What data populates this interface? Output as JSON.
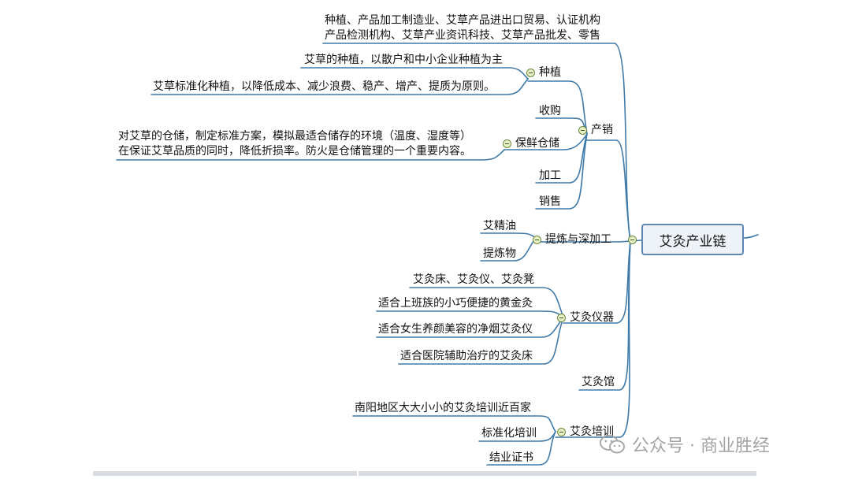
{
  "root": "艾灸产业链",
  "top_note": "种植、产品加工制造业、艾草产品进出口贸易、认证机构\n产品检测机构、艾草产业资讯科技、艾草产品批发、零售",
  "branches": {
    "chanxiao": {
      "label": "产销",
      "zhongzhi": {
        "label": "种植",
        "items": [
          "艾草的种植，以散户和中小企业种植为主",
          "艾草标准化种植，以降低成本、减少浪费、稳产、增产、提质为原则。"
        ]
      },
      "shougou": "收购",
      "baoxian": {
        "label": "保鲜仓储",
        "note": "对艾草的仓储，制定标准方案，模拟最适合储存的环境（温度、湿度等）\n在保证艾草品质的同时，降低折损率。防火是仓储管理的一个重要内容。"
      },
      "jiagong": "加工",
      "xiaoshou": "销售"
    },
    "tilian": {
      "label": "提炼与深加工",
      "items": [
        "艾精油",
        "提炼物"
      ]
    },
    "yiqi": {
      "label": "艾灸仪器",
      "items": [
        "艾灸床、艾灸仪、艾灸凳",
        "适合上班族的小巧便捷的黄金灸",
        "适合女生养颜美容的净烟艾灸仪",
        "适合医院辅助治疗的艾灸床"
      ]
    },
    "guan": {
      "label": "艾灸馆"
    },
    "peixun": {
      "label": "艾灸培训",
      "items": [
        "南阳地区大大小小的艾灸培训近百家",
        "标准化培训",
        "结业证书"
      ]
    }
  },
  "watermark": "公众号 · 商业胜经",
  "colors": {
    "line": "#3f7aa8",
    "root_border": "#5d86b3",
    "root_fill": "#eef3f9"
  }
}
